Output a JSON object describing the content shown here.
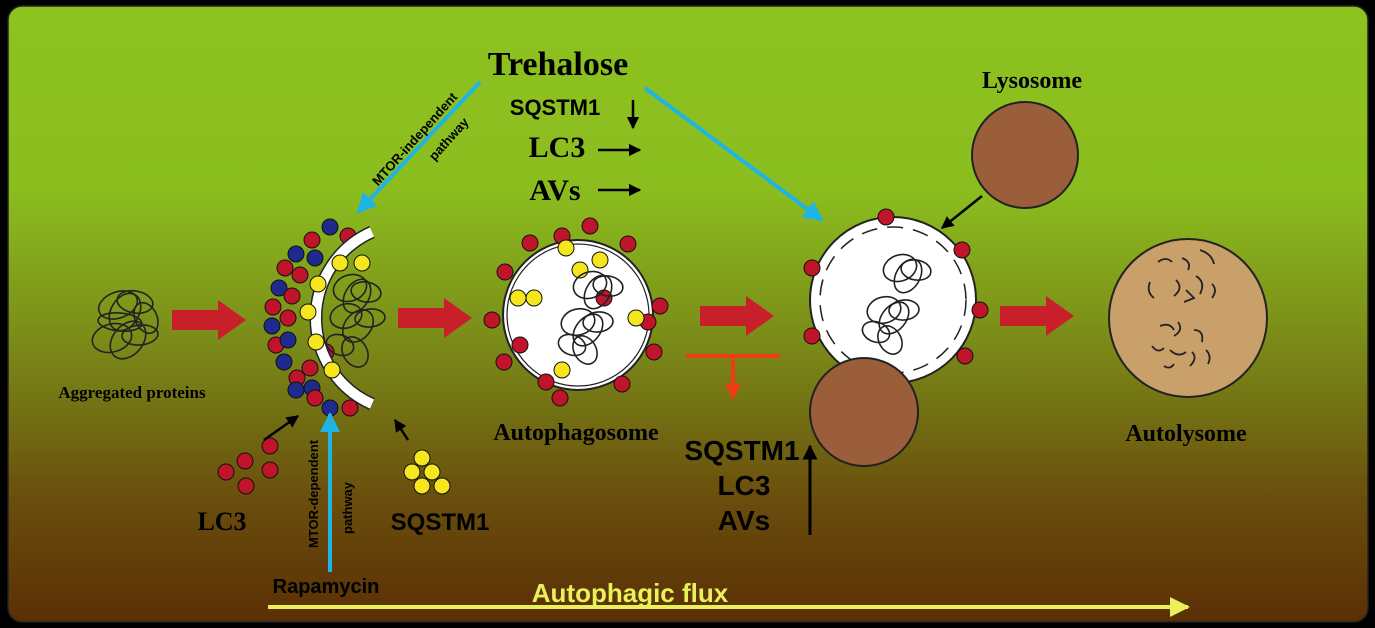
{
  "labels": {
    "trehalose": "Trehalose",
    "sqstm1_top": "SQSTM1",
    "lc3_top": "LC3",
    "avs_top": "AVs",
    "mtor_independent_line1": "MTOR-independent",
    "mtor_independent_line2": "pathway",
    "mtor_dependent_line1": "MTOR-dependent",
    "mtor_dependent_line2": "pathway",
    "aggregated_proteins": "Aggregated proteins",
    "lc3_bottom": "LC3",
    "sqstm1_bottom": "SQSTM1",
    "rapamycin": "Rapamycin",
    "autophagosome": "Autophagosome",
    "lysosome": "Lysosome",
    "autolysome": "Autolysome",
    "sqstm1_block": "SQSTM1",
    "lc3_block": "LC3",
    "avs_block": "AVs",
    "autophagic_flux": "Autophagic flux"
  },
  "colors": {
    "background_top": "#8dc21f",
    "background_bottom": "#5a2f05",
    "blue_arrow": "#1eb4e6",
    "red_arrow": "#c8202a",
    "inhibition": "#f03c14",
    "lc3_dot": "#c0142a",
    "sqstm1_dot": "#f5e61e",
    "blue_dot": "#1e2a8c",
    "lysosome": "#9b5e3a",
    "autolysome": "#c9a06a",
    "flux_arrow": "#e8f05a"
  }
}
